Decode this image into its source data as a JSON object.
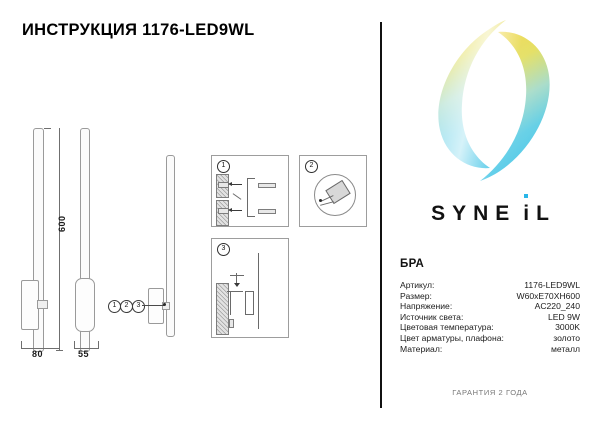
{
  "document": {
    "title": "ИНСТРУКЦИЯ 1176-LED9WL"
  },
  "drawing": {
    "dimensions": {
      "height": "600",
      "width_front": "80",
      "width_side": "55"
    },
    "callout_numbers": [
      "1",
      "2",
      "3"
    ]
  },
  "steps": [
    {
      "number": "1"
    },
    {
      "number": "2"
    },
    {
      "number": "3"
    }
  ],
  "brand": {
    "name_part1": "SYNE",
    "name_i": "i",
    "name_part2": "L",
    "logo_color_top": "#F2D23A",
    "logo_color_bottom": "#4EC8E8",
    "accent_dot_color": "#29B6E8"
  },
  "product": {
    "type": "БРА",
    "specs": [
      {
        "label": "Артикул:",
        "value": "1176-LED9WL"
      },
      {
        "label": "Размер:",
        "value": "W60xE70XH600"
      },
      {
        "label": "Напряжение:",
        "value": "AC220_240"
      },
      {
        "label": "Источник света:",
        "value": "LED 9W"
      },
      {
        "label": "Цветовая температура:",
        "value": "3000K"
      },
      {
        "label": "Цвет арматуры, плафона:",
        "value": "золото"
      },
      {
        "label": "Материал:",
        "value": "металл"
      }
    ]
  },
  "footer": {
    "warranty": "ГАРАНТИЯ 2 ГОДА"
  }
}
